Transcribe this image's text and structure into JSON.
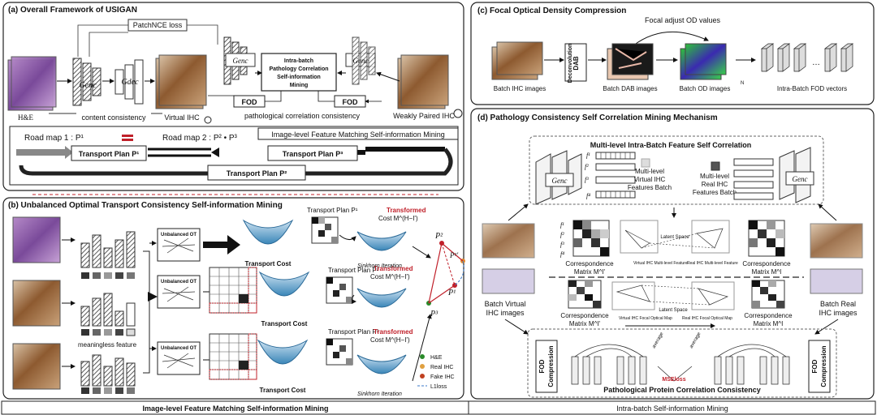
{
  "panels": {
    "a": {
      "title": "(a) Overall Framework of USIGAN",
      "patchnce": "PatchNCE loss",
      "g_enc": "Genc",
      "g_dec": "Gdec",
      "intra_batch": [
        "Intra-batch",
        "Pathology Correlation",
        "Self-information",
        "Mining"
      ],
      "fod": "FOD",
      "he": "H&E",
      "content_consistency": "content consistency",
      "virtual_ihc": "Virtual IHC",
      "pathological_consistency": "pathological correlation consistency",
      "weakly_paired": "Weakly Paired IHC",
      "image_level": "Image-level Feature Matching Self-information Mining",
      "road_map_1": "Road map 1 : P¹",
      "road_map_2": "Road map 2 : P² • P³",
      "plan_1": "Transport Plan P¹",
      "plan_2": "Transport Plan P²",
      "plan_3": "Transport Plan P³"
    },
    "b": {
      "title": "(b) Unbalanced Optimal Transport Consistency Self-information Mining",
      "unbalanced_ot": "Unbalanced OT",
      "meaningless": "meaningless feature",
      "transport_cost": "Transport Cost",
      "plan_p1": "Transport Plan P¹",
      "plan_p2": "Transport Plan P²",
      "plan_p3": "Transport Plan P³",
      "transformed": "Transformed",
      "cost_m1": "Cost M^(H−I')",
      "cost_m2": "Cost M^(H−I')",
      "cost_m3": "Cost M^(H−I')",
      "sinkhorn": "Sinkhorn Iteration",
      "legend": [
        "H&E",
        "Real IHC",
        "Fake IHC",
        "L1loss"
      ],
      "p_labels": [
        "P²",
        "P¹'",
        "P¹",
        "P³"
      ]
    },
    "c": {
      "title": "(c) Focal Optical Density Compression",
      "focal_adjust": "Focal adjust OD values",
      "batch_ihc": "Batch IHC images",
      "dab_deconv": [
        "DAB",
        "Deconvolution"
      ],
      "batch_dab": "Batch DAB images",
      "batch_od": "Batch OD images",
      "n_label": "N",
      "fod_vectors": "Intra-Batch FOD vectors"
    },
    "d": {
      "title": "(d) Pathology Consistency Self Correlation  Mining Mechanism",
      "multi_level_title": "Multi-level Intra-Batch Feature Self Correlation",
      "virtual_feat": [
        "Multi-level",
        "Virtual  IHC",
        "Features Batch"
      ],
      "real_feat": [
        "Multi-level",
        "Real  IHC",
        "Features Batch"
      ],
      "f_labels": [
        "f¹",
        "f²",
        "f³",
        "f⁴"
      ],
      "corr_matrix": "Correspondence",
      "matrix_mi_prime": "Matrix M^I'",
      "matrix_mi": "Matrix M^I",
      "latent_space": "Latent Space",
      "legend_feature": [
        "Virtual IHC Multi-level Feature",
        "Real IHC Multi-level Feature"
      ],
      "legend_focal": [
        "Virtual IHC Focal Optical Map",
        "Real IHC Focal Optical Map"
      ],
      "batch_virtual": [
        "Batch Virtual",
        "IHC images"
      ],
      "batch_real": [
        "Batch Real",
        "IHC images"
      ],
      "fod_compression": [
        "FOD",
        "Compression"
      ],
      "average": "average",
      "mseloss": "MSEloss",
      "pathological_protein": "Pathological Protein Correlation Consistency"
    }
  },
  "footer": {
    "left": "Image-level Feature Matching Self-information Mining",
    "right": "Intra-batch  Self-information Mining"
  },
  "colors": {
    "he_tissue": "#8a5aa8",
    "ihc_tissue": "#9a6a3a",
    "red_accent": "#c0202a",
    "green_od": "#2ec23a",
    "arrow_dark": "#222222",
    "bar_grey": "#777777"
  }
}
